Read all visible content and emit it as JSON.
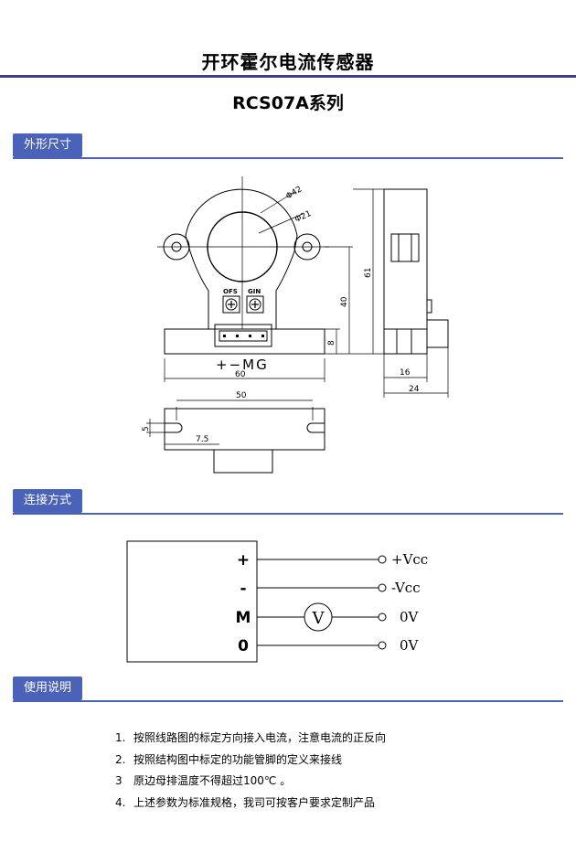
{
  "header": {
    "title": "开环霍尔电流传感器",
    "model": "RCS07A系列"
  },
  "sections": {
    "dimensions": "外形尺寸",
    "wiring": "连接方式",
    "usage": "使用说明"
  },
  "drawing": {
    "hole_outer": "Φ42",
    "hole_inner": "Φ21",
    "label_ofs": "OFS",
    "label_gin": "GIN",
    "pin_label": "+−MG",
    "dim_60": "60",
    "dim_40": "40",
    "dim_8": "8",
    "dim_61": "61",
    "dim_16": "16",
    "dim_24": "24",
    "dim_50": "50",
    "dim_5": "5",
    "dim_7_5": "7.5"
  },
  "wiring": {
    "pins": [
      "+",
      "-",
      "M",
      "0"
    ],
    "outputs": [
      "+Vcc",
      "-Vcc",
      "0V",
      "0V"
    ],
    "meter": "V"
  },
  "notes": [
    {
      "num": "1.",
      "text": "按照线路图的标定方向接入电流，注意电流的正反向"
    },
    {
      "num": "2.",
      "text": "按照结构图中标定的功能管脚的定义来接线"
    },
    {
      "num": "3",
      "text": "原边母排温度不得超过100℃ 。"
    },
    {
      "num": "4.",
      "text": "上述参数为标准规格，我司可按客户要求定制产品"
    }
  ]
}
